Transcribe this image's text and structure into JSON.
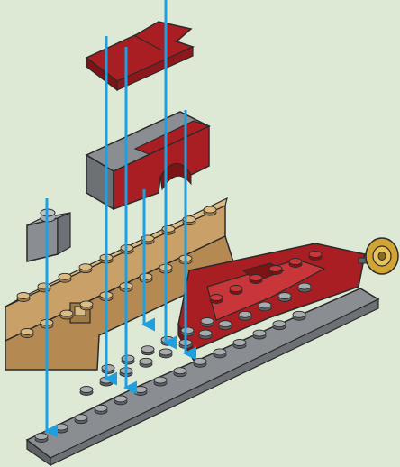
{
  "scene": {
    "background": "#dde9d4",
    "step_type": "brick assembly instruction step",
    "colors": {
      "tan": "#c9a067",
      "tan_dark": "#a17b46",
      "tan_light": "#dcbb85",
      "red": "#a81e22",
      "red_dark": "#7c1416",
      "red_light": "#c9363a",
      "gray": "#8a8d91",
      "gray_dark": "#5f6266",
      "gray_light": "#a8abae",
      "gold": "#d2a435",
      "arrow": "#1e9fe0",
      "outline": "#2a2a2a"
    },
    "parts": [
      {
        "name": "red-plate-top",
        "color": "red"
      },
      {
        "name": "gray-red-arch-brick",
        "color": "gray/red"
      },
      {
        "name": "gray-single-brick",
        "color": "gray"
      },
      {
        "name": "tan-wall",
        "color": "tan"
      },
      {
        "name": "gray-base-plate",
        "color": "gray"
      },
      {
        "name": "red-hull",
        "color": "red"
      },
      {
        "name": "gold-wheel",
        "color": "gold"
      }
    ],
    "arrow_count": 6
  }
}
